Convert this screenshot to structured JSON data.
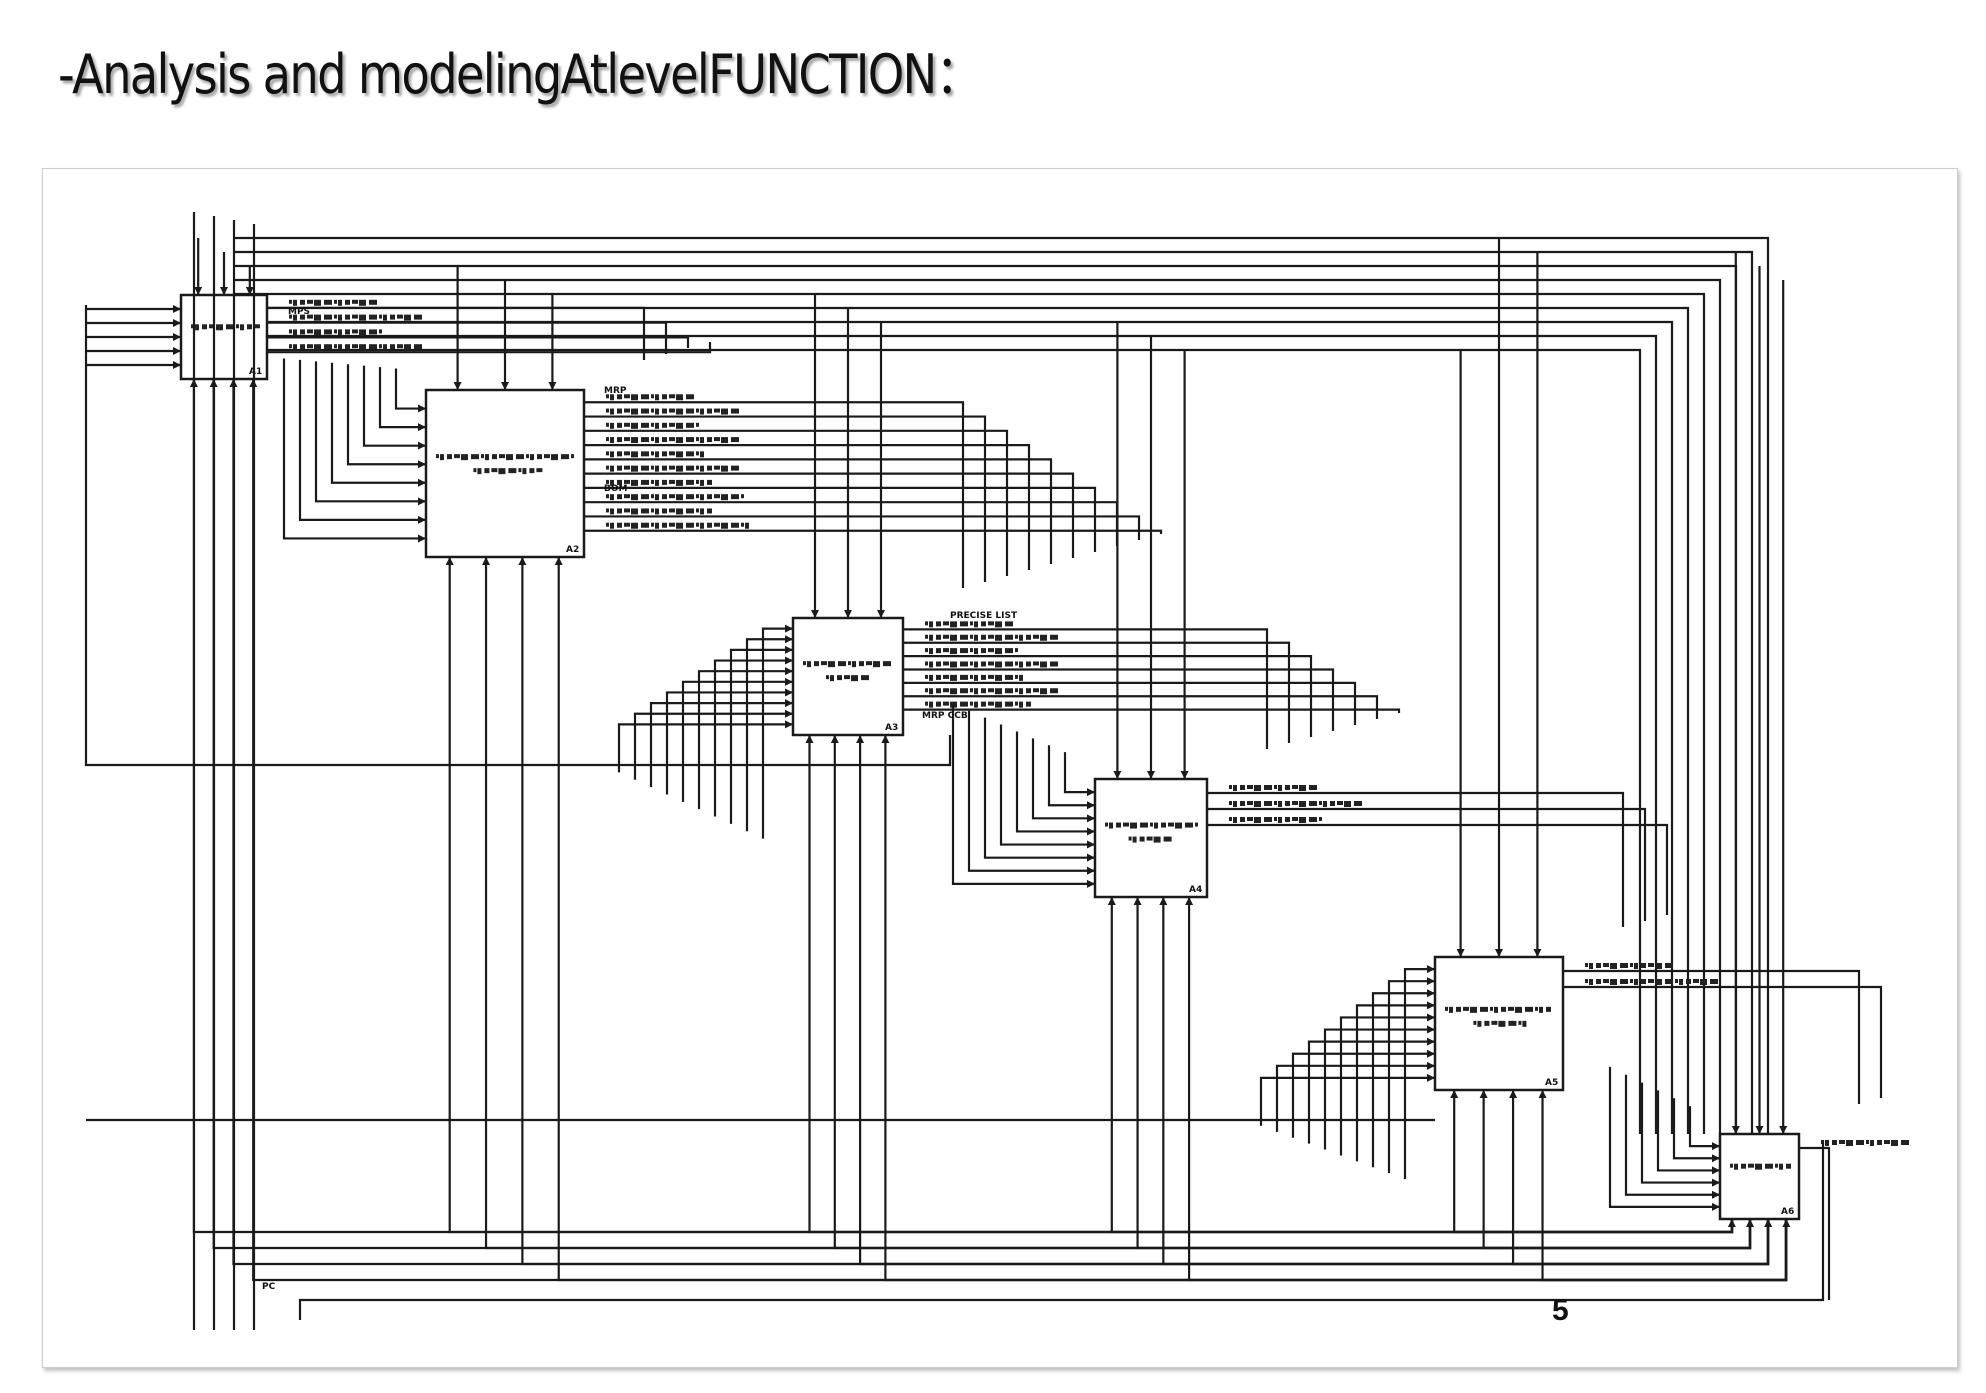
{
  "slide": {
    "title": "-Analysis and modelingAtlevelFUNCTION：",
    "page_number": "5"
  },
  "diagram": {
    "type": "IDEF0 decomposition",
    "boxes": [
      {
        "id": "A1"
      },
      {
        "id": "A2"
      },
      {
        "id": "A3"
      },
      {
        "id": "A4"
      },
      {
        "id": "A5"
      },
      {
        "id": "A6"
      }
    ],
    "legible_labels": {
      "a1_output_mps": "MPS",
      "a2_output_mrp": "MRP",
      "a2_output_bom": "BOM",
      "a3_output_precise_list": "PRECISE LIST",
      "a3_output_mrp_ccb": "MRP CCB",
      "mechanism_pc": "PC"
    },
    "line_color": "#1a1a1a"
  }
}
